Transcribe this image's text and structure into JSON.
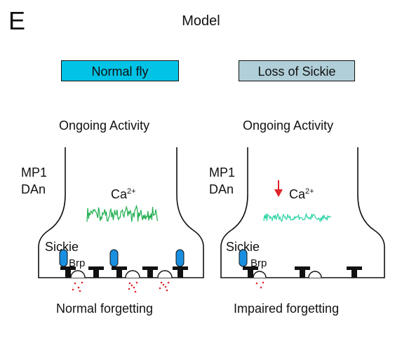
{
  "panel_label": "E",
  "title": "Model",
  "colors": {
    "normal_box": "#00c3e6",
    "loss_box": "#b0cfd8",
    "trace_normal": "#1fae4f",
    "trace_impaired": "#27d3a4",
    "sickie": "#1a8fe0",
    "release": "#e0242a",
    "arrow": "#e0242a"
  },
  "left": {
    "condition": "Normal fly",
    "activity": "Ongoing Activity",
    "neuron_line1": "MP1",
    "neuron_line2": "DAn",
    "calcium_base": "Ca",
    "calcium_sup": "2+",
    "sickie_label": "Sickie",
    "brp_label": "Brp",
    "outcome": "Normal forgetting"
  },
  "right": {
    "condition": "Loss of Sickie",
    "activity": "Ongoing Activity",
    "neuron_line1": "MP1",
    "neuron_line2": "DAn",
    "calcium_base": "Ca",
    "calcium_sup": "2+",
    "sickie_label": "Sickie",
    "brp_label": "Brp",
    "outcome": "Impaired forgetting"
  }
}
